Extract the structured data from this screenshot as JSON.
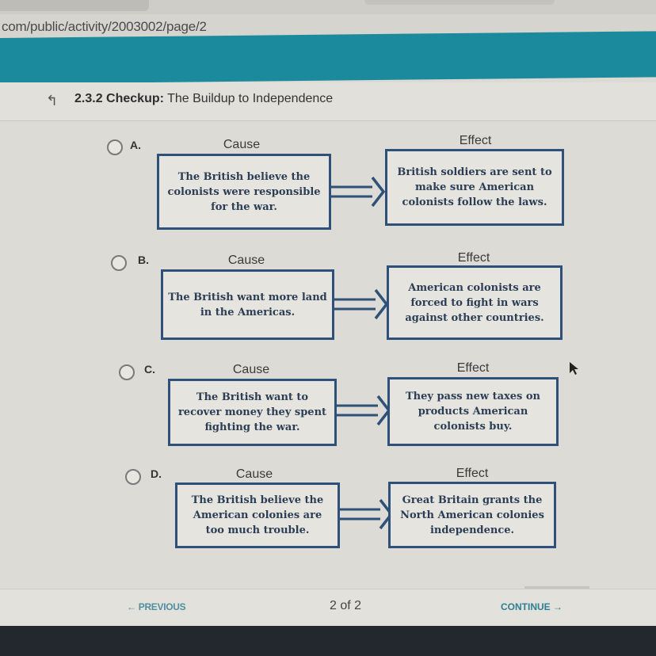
{
  "browser": {
    "url": "com/public/activity/2003002/page/2"
  },
  "header": {
    "section_number": "2.3.2",
    "section_type": "Checkup:",
    "title": "The Buildup to Independence"
  },
  "question": {
    "options": [
      {
        "letter": "A.",
        "cause_label": "Cause",
        "effect_label": "Effect",
        "cause": "The British believe the colonists were responsible for the war.",
        "effect": "British soldiers are sent to make sure American colonists follow the laws."
      },
      {
        "letter": "B.",
        "cause_label": "Cause",
        "effect_label": "Effect",
        "cause": "The British want more land in the Americas.",
        "effect": "American colonists are forced to fight in wars against other countries."
      },
      {
        "letter": "C.",
        "cause_label": "Cause",
        "effect_label": "Effect",
        "cause": "The British want to recover money they spent fighting the war.",
        "effect": "They pass new taxes on products American colonists buy."
      },
      {
        "letter": "D.",
        "cause_label": "Cause",
        "effect_label": "Effect",
        "cause": "The British believe the American colonies are too much trouble.",
        "effect": "Great Britain grants the North American colonies independence."
      }
    ]
  },
  "footer": {
    "previous_label": "← PREVIOUS",
    "page_indicator": "2 of 2",
    "continue_label": "CONTINUE →"
  },
  "colors": {
    "accent_teal": "#1a8a9c",
    "box_border": "#2f5078",
    "link": "#2d7f95"
  }
}
